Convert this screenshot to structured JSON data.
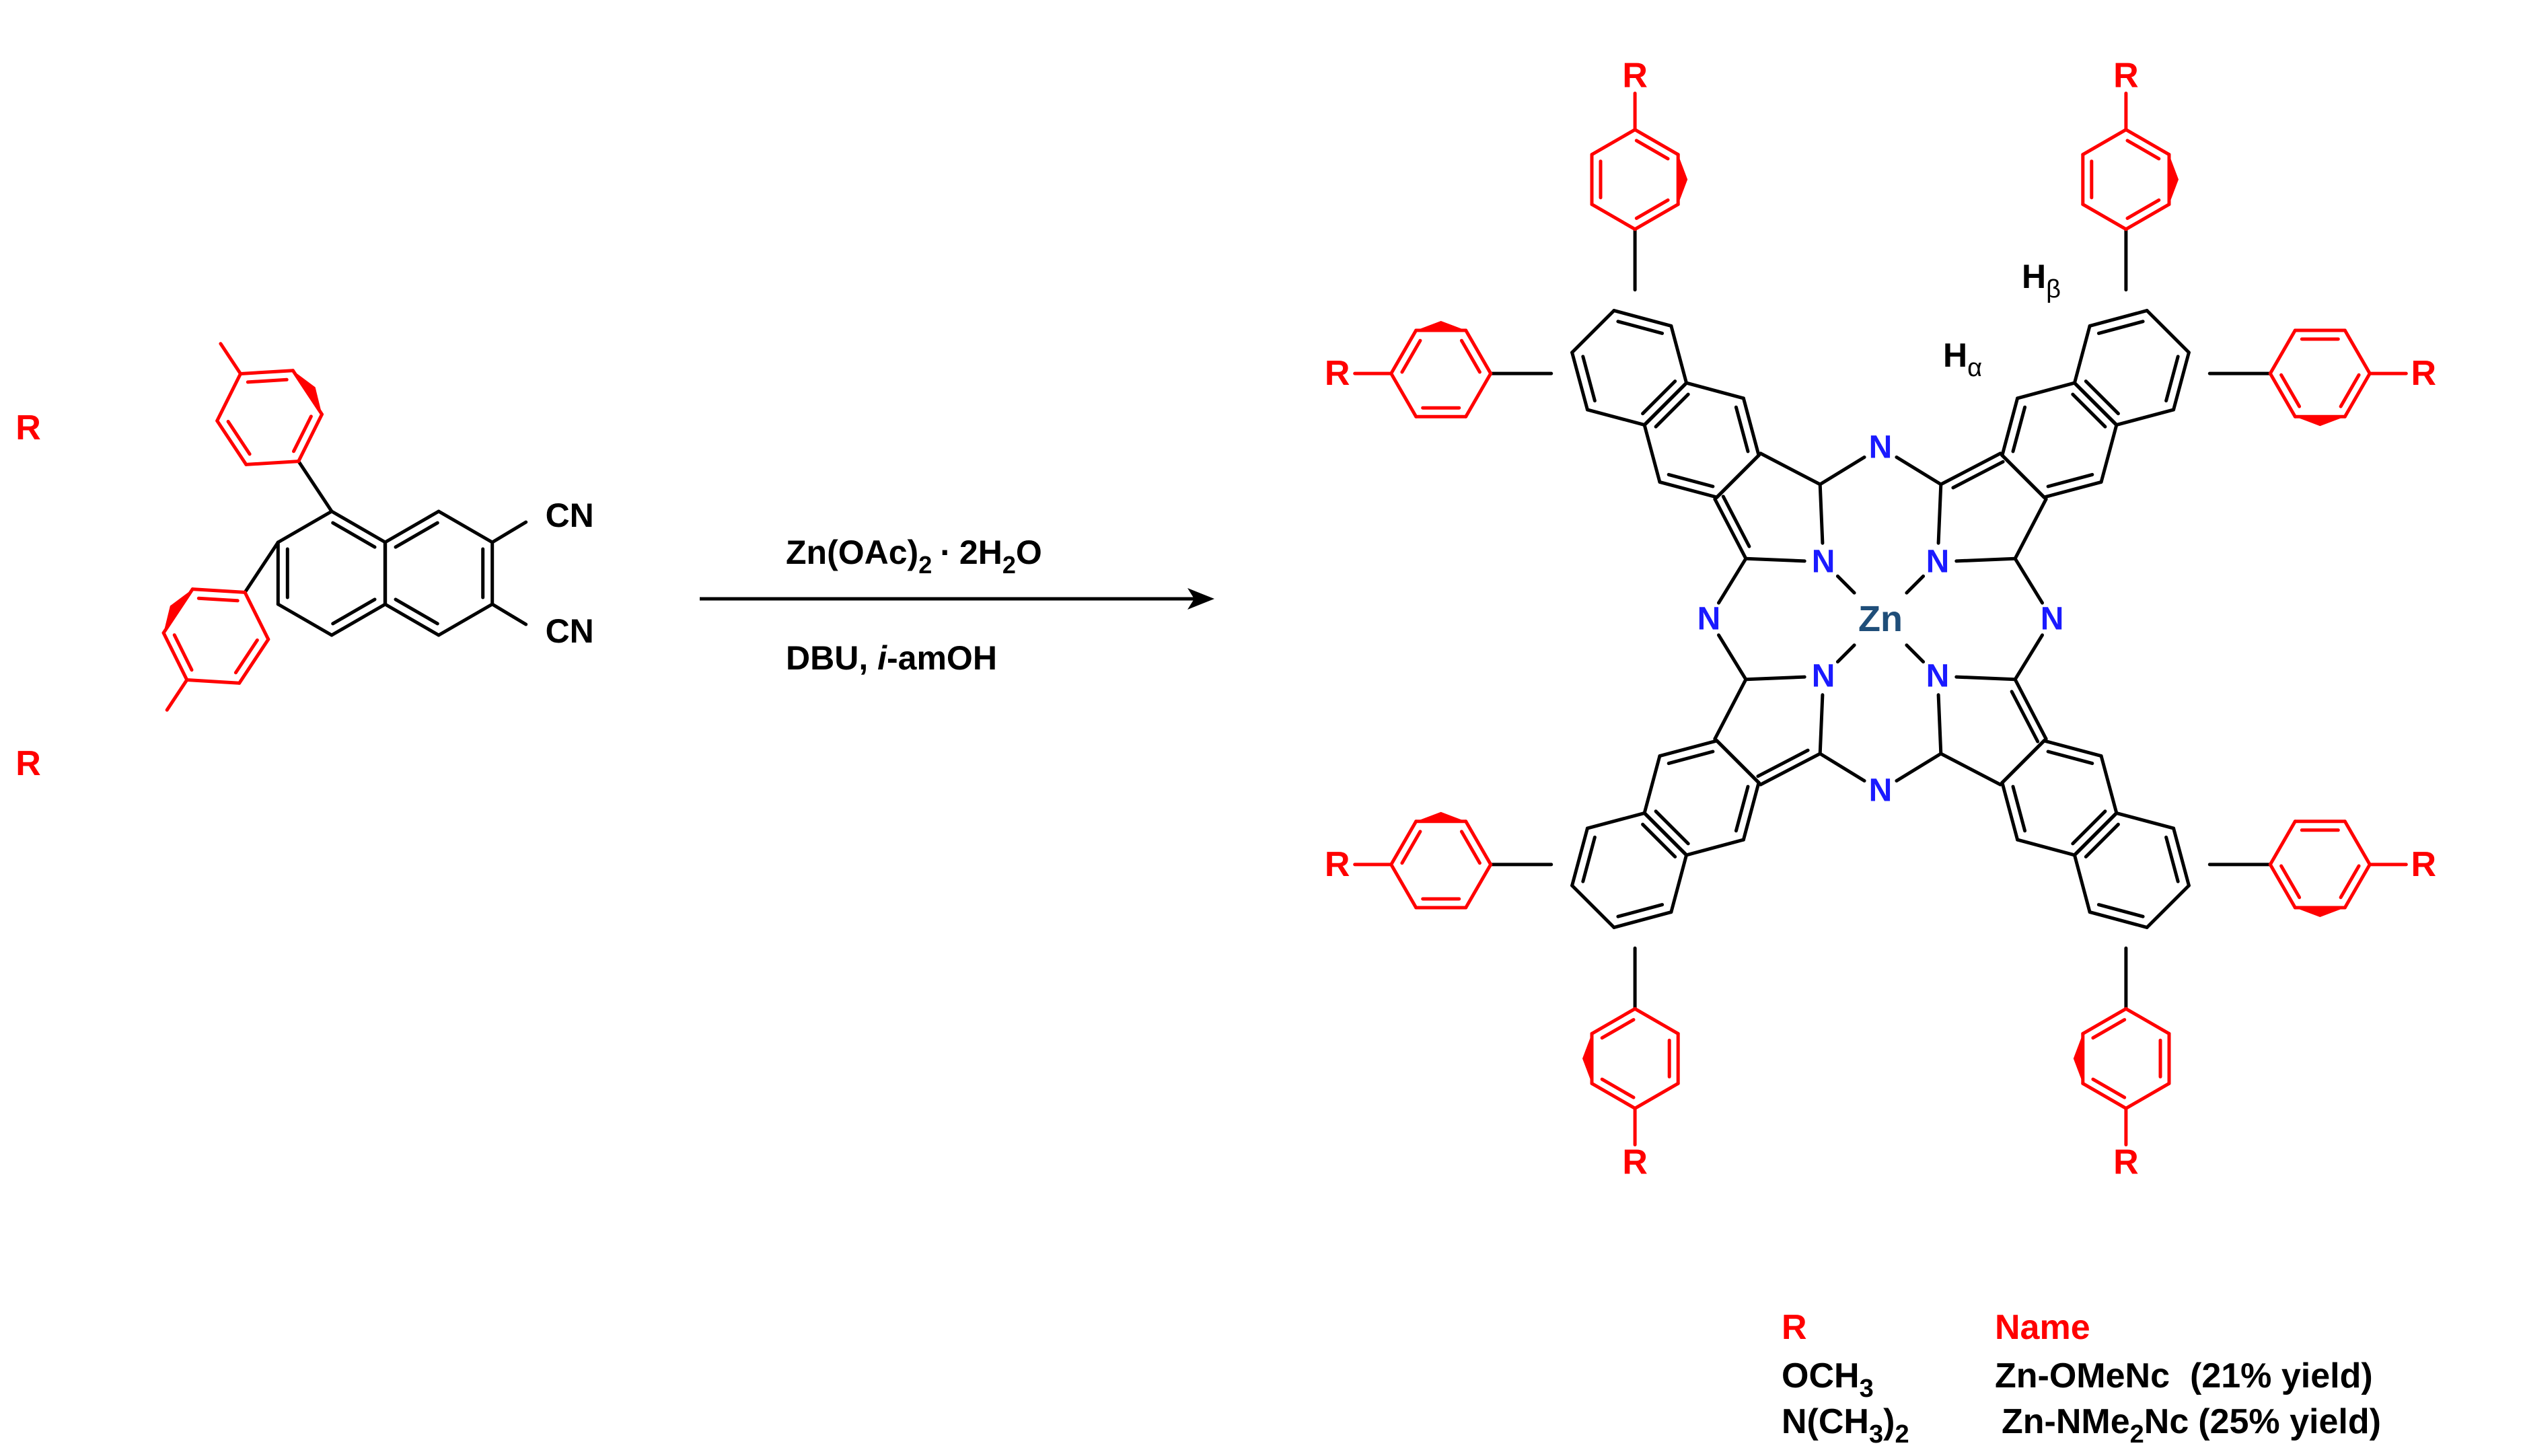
{
  "colors": {
    "bond": "#000000",
    "substituent": "#ff0000",
    "nitrogen": "#1a1aff",
    "zinc": "#1f4e79"
  },
  "reactant": {
    "r_label": "R",
    "nitrile": "CN"
  },
  "arrow": {
    "reagent_main": "Zn(OAc)",
    "reagent_sub": "2",
    "reagent_dot": "·",
    "reagent_hydrate_pre": "2H",
    "reagent_hydrate_sub": "2",
    "reagent_hydrate_post": "O",
    "cond_base": "DBU, ",
    "cond_solvent_italic": "i",
    "cond_solvent_rest": "-amOH"
  },
  "product": {
    "metal": "Zn",
    "n_atom": "N",
    "r_label": "R",
    "h_alpha_base": "H",
    "h_alpha_sub": "α",
    "h_beta_base": "H",
    "h_beta_sub": "β"
  },
  "table": {
    "col_r_header": "R",
    "col_name_header": "Name",
    "rows": [
      {
        "r_main": "OCH",
        "r_sub": "3",
        "r_post": "",
        "r_sub2": "",
        "name_pre": "Zn-OMeNc",
        "name_sub": "",
        "name_post": "",
        "yield": "(21% yield)"
      },
      {
        "r_main": "N(CH",
        "r_sub": "3",
        "r_post": ")",
        "r_sub2": "2",
        "name_pre": "Zn-NMe",
        "name_sub": "2",
        "name_post": "Nc",
        "yield": "(25% yield)"
      }
    ]
  }
}
